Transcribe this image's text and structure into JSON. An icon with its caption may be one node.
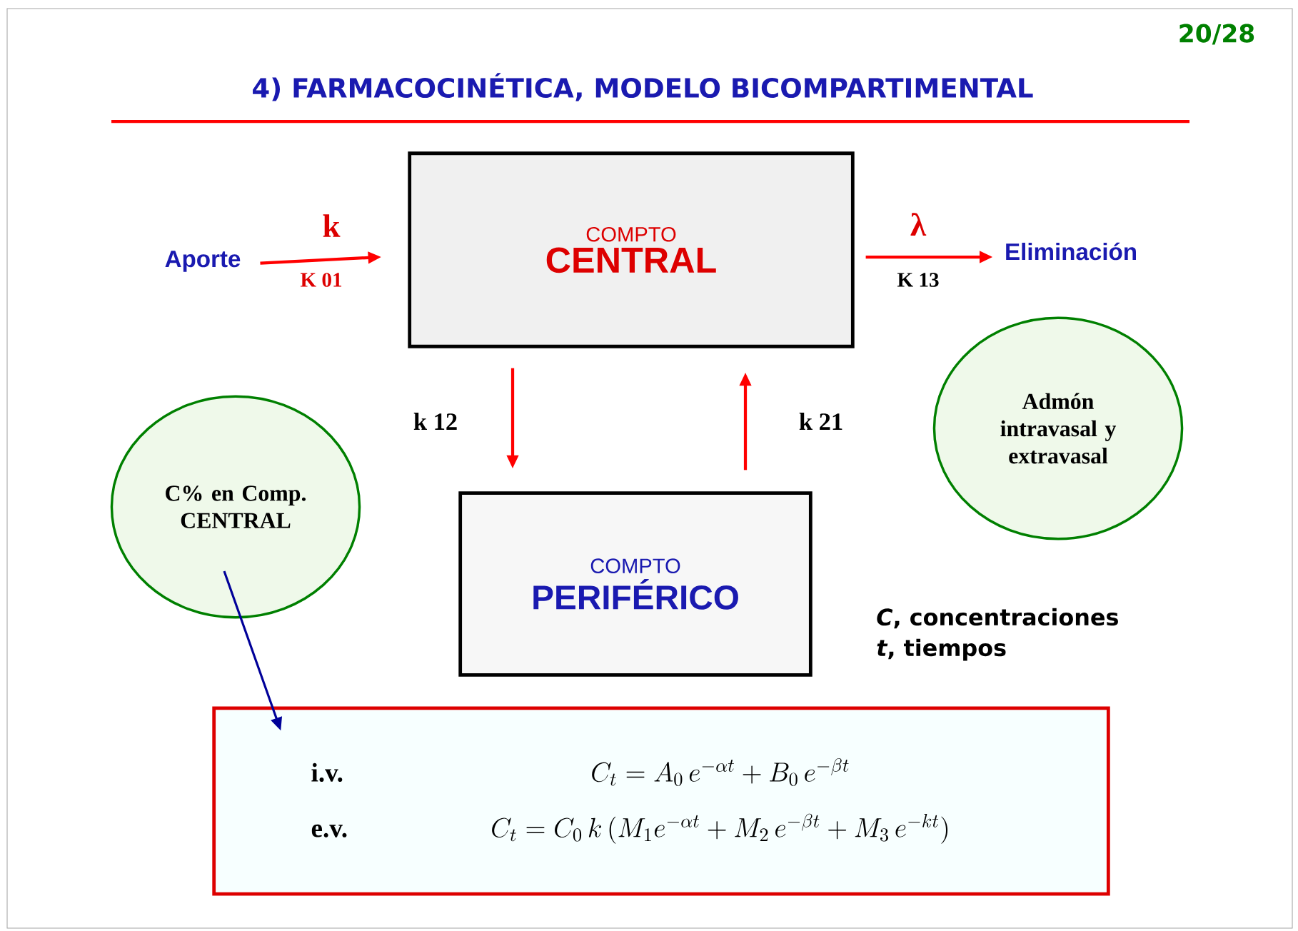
{
  "diagram": {
    "title": "4) FARMACOCINÉTICA, MODELO BICOMPARTIMENTAL",
    "nodes": [
      {
        "text": [
          "Aporte"
        ]
      },
      {
        "text": [
          "COMPTO",
          "CENTRAL"
        ]
      },
      {
        "text": [
          "Eliminación"
        ]
      },
      {
        "text": [
          "COMPTO",
          "PERIFÉRICO"
        ]
      },
      {
        "text": [
          "Admón intravasal y extravasal"
        ]
      },
      {
        "text": [
          "C% en Comp. CENTRAL"
        ]
      },
      {
        "text": [
          "i.v.",
          "C_t = A_0\\, e^{-\\alpha t} + B_0\\, e^{-\\beta t}",
          "e.v.",
          "C_t = C_0\\, k\\, (M_1 e^{-\\alpha t} + M_2\\, e^{-\\beta t} + M_3\\, e^{-k t})"
        ]
      }
    ],
    "edges": [
      {
        "from": 0,
        "to": 1,
        "arrow": "to",
        "label": "k"
      },
      {
        "from": 1,
        "to": 2,
        "arrow": "to",
        "label": "λ"
      },
      {
        "from": 1,
        "to": 3,
        "arrow": "to",
        "label": "k 12"
      },
      {
        "from": 3,
        "to": 1,
        "arrow": "to",
        "label": "k 21"
      },
      {
        "from": 5,
        "to": 6,
        "arrow": "to",
        "color": "#000099"
      }
    ],
    "labels": [
      "20/28",
      "K 01",
      "K 13",
      "*C*, concentraciones",
      "*t*, tiempos"
    ]
  }
}
